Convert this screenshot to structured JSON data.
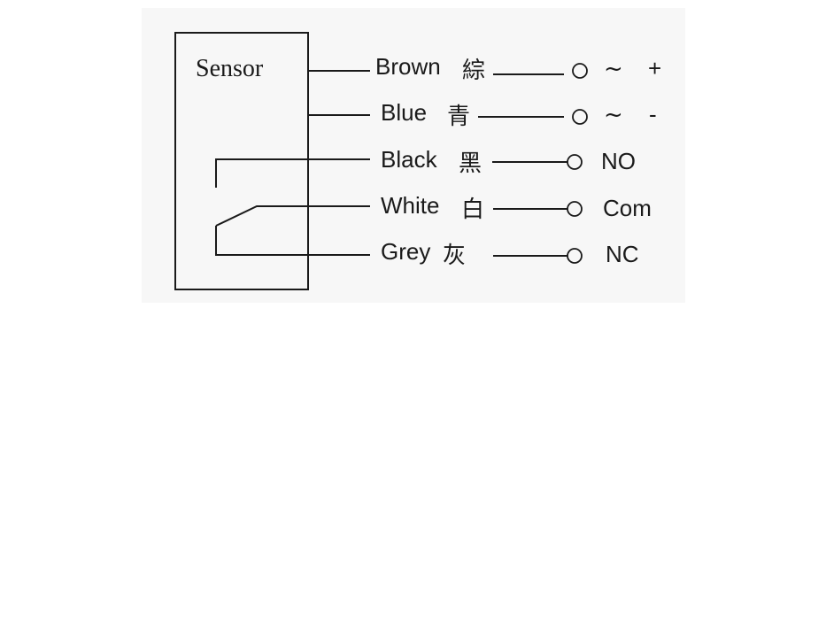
{
  "diagram": {
    "sensor_label": "Sensor",
    "wires": [
      {
        "color_en": "Brown",
        "color_zh": "綜",
        "symbol": "~",
        "function": "+"
      },
      {
        "color_en": "Blue",
        "color_zh": "青",
        "symbol": "~",
        "function": "-"
      },
      {
        "color_en": "Black",
        "color_zh": "黑",
        "symbol": "",
        "function": "NO"
      },
      {
        "color_en": "White",
        "color_zh": "白",
        "symbol": "",
        "function": "Com"
      },
      {
        "color_en": "Grey",
        "color_zh": "灰",
        "symbol": "",
        "function": "NC"
      }
    ]
  }
}
